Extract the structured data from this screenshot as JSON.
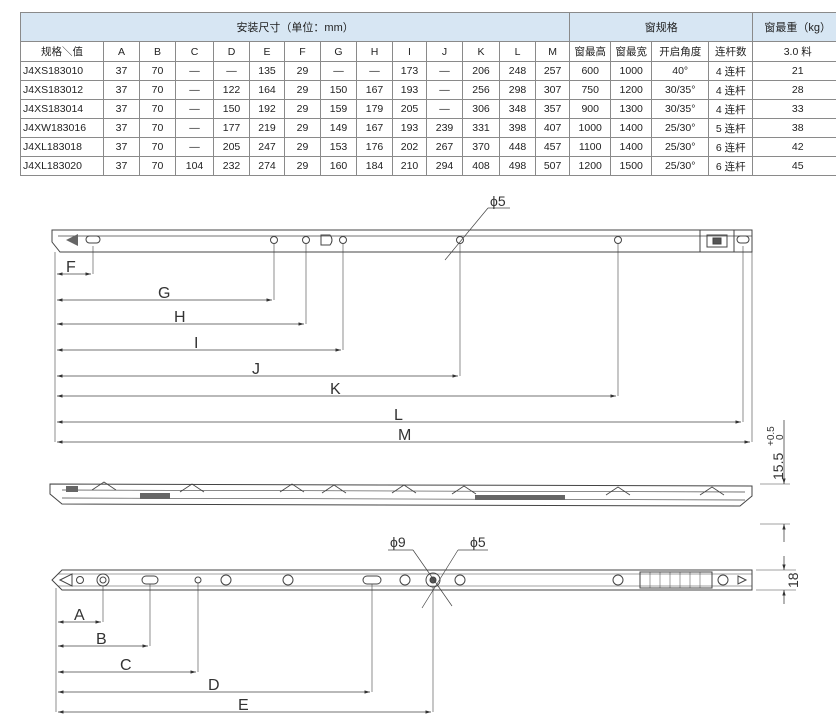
{
  "table": {
    "group_headers": {
      "install_size": "安装尺寸（单位：mm）",
      "window_spec": "窗规格",
      "max_weight": "窗最重（kg）"
    },
    "column_headers": [
      "规格＼值",
      "A",
      "B",
      "C",
      "D",
      "E",
      "F",
      "G",
      "H",
      "I",
      "J",
      "K",
      "L",
      "M",
      "窗最高",
      "窗最宽",
      "开启角度",
      "连杆数",
      "3.0 料"
    ],
    "rows": [
      [
        "J4XS183010",
        "37",
        "70",
        "—",
        "—",
        "135",
        "29",
        "—",
        "—",
        "173",
        "—",
        "206",
        "248",
        "257",
        "600",
        "1000",
        "40°",
        "4 连杆",
        "21"
      ],
      [
        "J4XS183012",
        "37",
        "70",
        "—",
        "122",
        "164",
        "29",
        "150",
        "167",
        "193",
        "—",
        "256",
        "298",
        "307",
        "750",
        "1200",
        "30/35°",
        "4 连杆",
        "28"
      ],
      [
        "J4XS183014",
        "37",
        "70",
        "—",
        "150",
        "192",
        "29",
        "159",
        "179",
        "205",
        "—",
        "306",
        "348",
        "357",
        "900",
        "1300",
        "30/35°",
        "4 连杆",
        "33"
      ],
      [
        "J4XW183016",
        "37",
        "70",
        "—",
        "177",
        "219",
        "29",
        "149",
        "167",
        "193",
        "239",
        "331",
        "398",
        "407",
        "1000",
        "1400",
        "25/30°",
        "5 连杆",
        "38"
      ],
      [
        "J4XL183018",
        "37",
        "70",
        "—",
        "205",
        "247",
        "29",
        "153",
        "176",
        "202",
        "267",
        "370",
        "448",
        "457",
        "1100",
        "1400",
        "25/30°",
        "6 连杆",
        "42"
      ],
      [
        "J4XL183020",
        "37",
        "70",
        "104",
        "232",
        "274",
        "29",
        "160",
        "184",
        "210",
        "294",
        "408",
        "498",
        "507",
        "1200",
        "1500",
        "25/30°",
        "6 连杆",
        "45"
      ]
    ]
  },
  "drawing": {
    "top_view": {
      "hole_label": "ϕ5",
      "dimensions": [
        "F",
        "G",
        "H",
        "I",
        "J",
        "K",
        "L",
        "M"
      ]
    },
    "side_view": {
      "height_label": "15.5",
      "tol_upper": "+0.5",
      "tol_lower": "0"
    },
    "bottom_view": {
      "hole_label_large": "ϕ9",
      "hole_label_small": "ϕ5",
      "width_label": "18",
      "dimensions": [
        "A",
        "B",
        "C",
        "D",
        "E"
      ]
    }
  }
}
